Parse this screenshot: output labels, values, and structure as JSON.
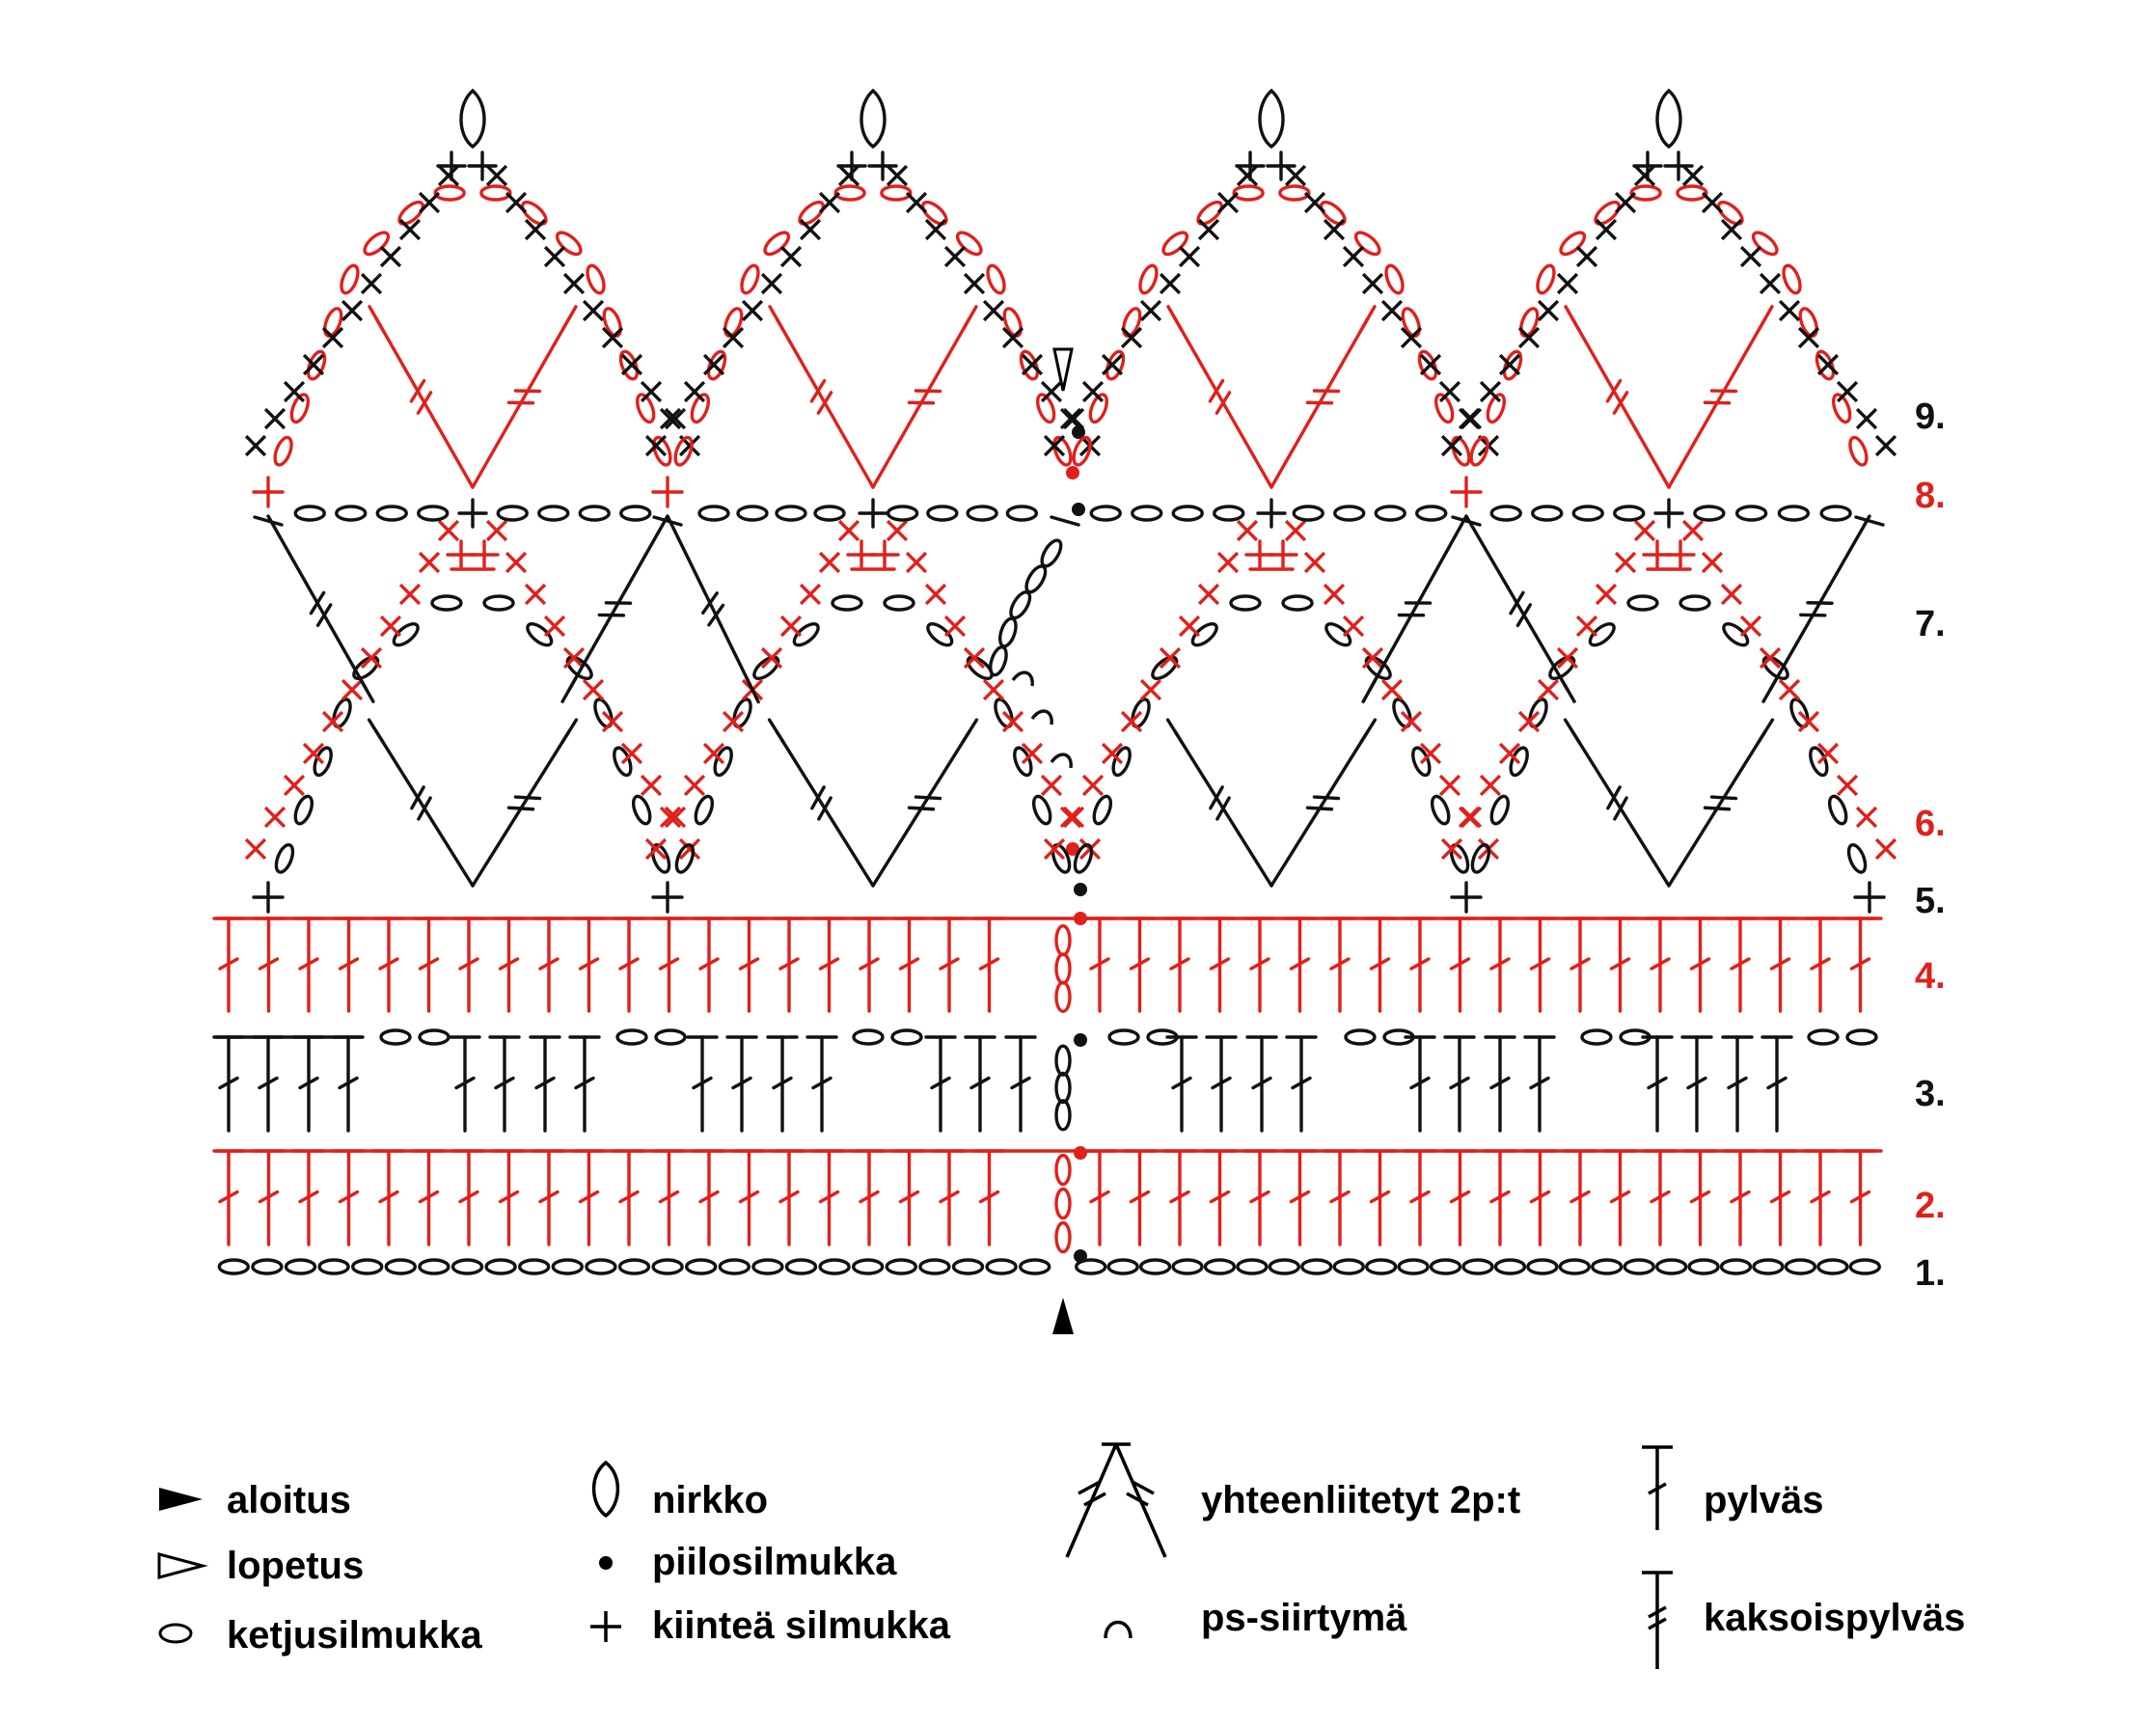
{
  "colors": {
    "black": "#111111",
    "red": "#e0201b"
  },
  "rows": [
    {
      "label": "1.",
      "color": "black",
      "stitch": "ketjusilmukka"
    },
    {
      "label": "2.",
      "color": "red",
      "stitch": "pylväs"
    },
    {
      "label": "3.",
      "color": "black",
      "stitch": "pylväs",
      "pattern": "4 pylväs, 2 ketjusilmukka"
    },
    {
      "label": "4.",
      "color": "red",
      "stitch": "pylväs"
    },
    {
      "label": "5.",
      "color": "black",
      "stitch": "kaksoispylväs, ketjusilmukka, kiinteä silmukka"
    },
    {
      "label": "6.",
      "color": "red",
      "stitch": "kiinteä silmukka"
    },
    {
      "label": "7.",
      "color": "black",
      "stitch": "kaksoispylväs, ketjusilmukka, ps-siirtymä"
    },
    {
      "label": "8.",
      "color": "red",
      "stitch": "kaksoispylväs, ketjusilmukka, kiinteä silmukka"
    },
    {
      "label": "9.",
      "color": "black",
      "stitch": "kiinteä silmukka, nirkko"
    }
  ],
  "legend": {
    "aloitus": "aloitus",
    "lopetus": "lopetus",
    "ketjusilmukka": "ketjusilmukka",
    "nirkko": "nirkko",
    "piilosilmukka": "piilosilmukka",
    "kiintea": "kiinteä silmukka",
    "yhteen": "yhteenliitetyt 2p:t",
    "ps_siirtyma": "ps-siirtymä",
    "pylvas": "pylväs",
    "kaksoispylvas": "kaksoispylväs"
  },
  "icons": [
    "start-arrow-icon",
    "end-arrow-icon",
    "chain-stitch-icon",
    "picot-icon",
    "slip-stitch-icon",
    "single-crochet-icon",
    "double-crochet-2tog-icon",
    "slip-transition-icon",
    "double-crochet-icon",
    "treble-crochet-icon"
  ]
}
